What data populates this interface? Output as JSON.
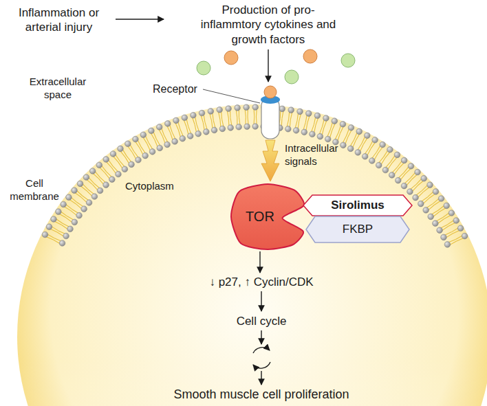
{
  "diagram": {
    "nodes": [
      {
        "text": [
          "TOR"
        ]
      },
      {
        "text": [
          "Sirolimus"
        ]
      },
      {
        "text": [
          "FKBP"
        ]
      }
    ],
    "labels": [
      "Inflammation or arterial injury",
      "Production of pro-inflammtory cytokines and growth factors",
      "Extracellular space",
      "Receptor",
      "Intracellular signals",
      "Cell membrane",
      "Cytoplasm",
      "↓ p27, ↑ Cyclin/CDK",
      "Cell cycle",
      "Smooth muscle cell proliferation"
    ]
  }
}
